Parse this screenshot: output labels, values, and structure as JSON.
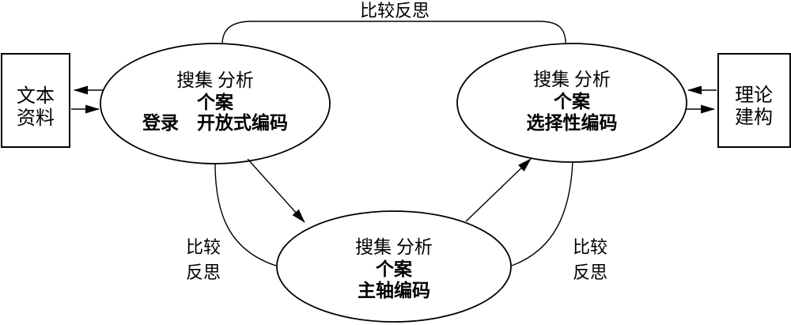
{
  "diagram": {
    "background": "#ffffff",
    "line_color": "#000000",
    "top_label": "比较反思",
    "left_box": {
      "line1": "文本",
      "line2": "资料"
    },
    "right_box": {
      "line1": "理论",
      "line2": "建构"
    },
    "open_node": {
      "line1": "搜集 分析",
      "line2": "个案",
      "line3": "登录　开放式编码"
    },
    "selective_node": {
      "line1": "搜集 分析",
      "line2": "个案",
      "line3": "选择性编码"
    },
    "axial_node": {
      "line1": "搜集 分析",
      "line2": "个案",
      "line3": "主轴编码"
    },
    "left_label": {
      "line1": "比较",
      "line2": "反思"
    },
    "right_label": {
      "line1": "比较",
      "line2": "反思"
    }
  }
}
